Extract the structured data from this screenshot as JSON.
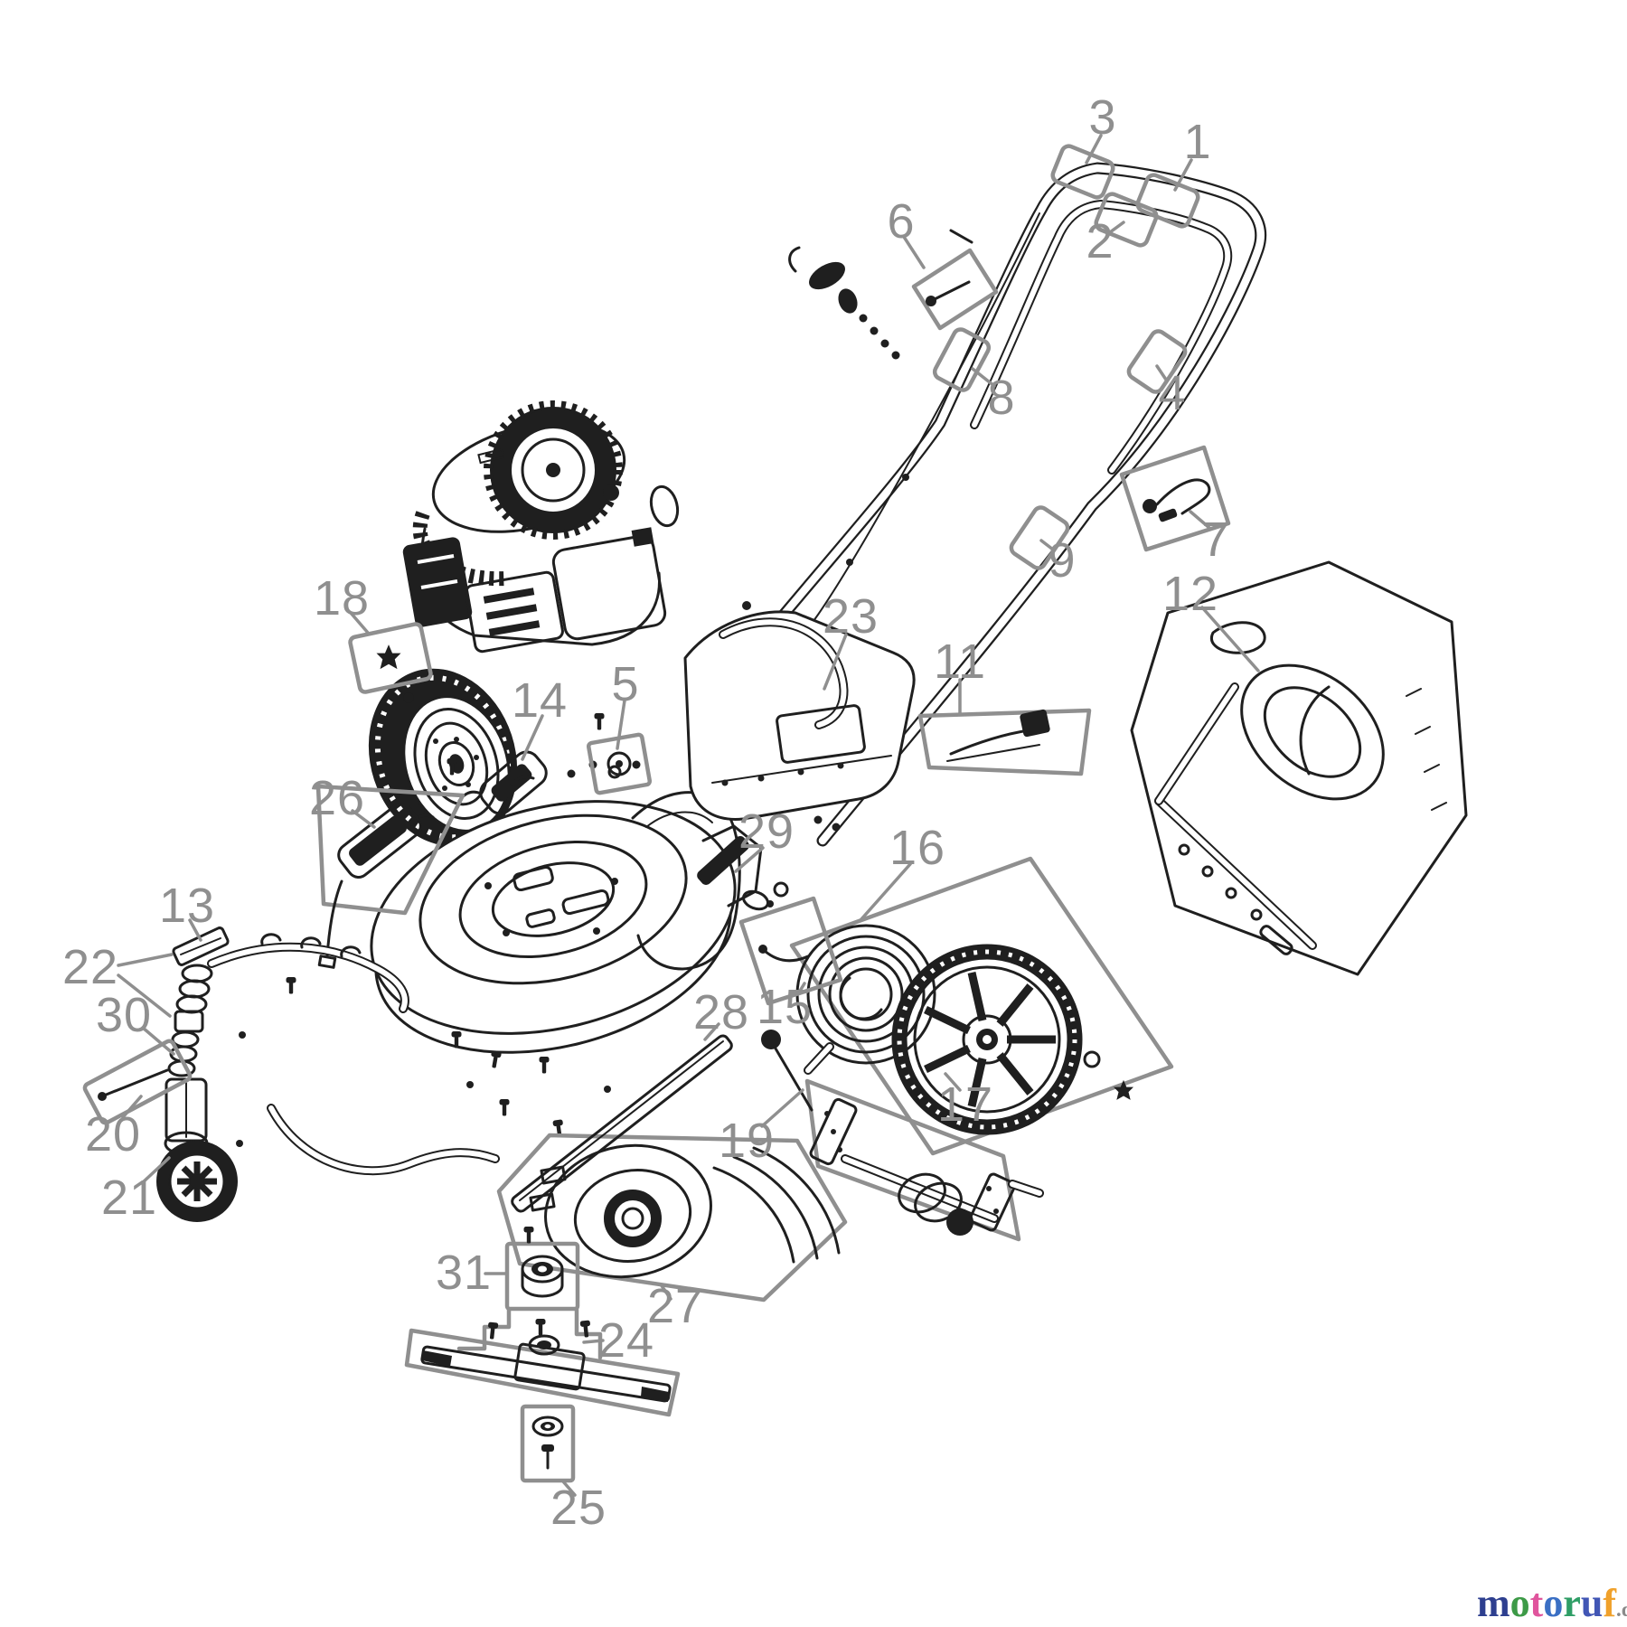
{
  "page": {
    "background": "#ffffff"
  },
  "diagram": {
    "type": "exploded-parts-diagram",
    "subject": "lawn mower",
    "art_color": "#1f1f1f",
    "callout_color": "#8f8f8f",
    "callouts": [
      {
        "label": "1"
      },
      {
        "label": "2"
      },
      {
        "label": "3"
      },
      {
        "label": "4"
      },
      {
        "label": "5"
      },
      {
        "label": "6"
      },
      {
        "label": "7"
      },
      {
        "label": "8"
      },
      {
        "label": "9"
      },
      {
        "label": "11"
      },
      {
        "label": "12"
      },
      {
        "label": "13"
      },
      {
        "label": "14"
      },
      {
        "label": "15"
      },
      {
        "label": "16"
      },
      {
        "label": "17"
      },
      {
        "label": "18"
      },
      {
        "label": "19"
      },
      {
        "label": "20"
      },
      {
        "label": "21"
      },
      {
        "label": "22"
      },
      {
        "label": "23"
      },
      {
        "label": "24"
      },
      {
        "label": "25"
      },
      {
        "label": "26"
      },
      {
        "label": "27"
      },
      {
        "label": "28"
      },
      {
        "label": "29"
      },
      {
        "label": "30"
      },
      {
        "label": "31"
      }
    ]
  },
  "footer_logo": {
    "letters": [
      {
        "ch": "m",
        "color": "#2e3f8f"
      },
      {
        "ch": "o",
        "color": "#3d9a47"
      },
      {
        "ch": "t",
        "color": "#e0559d"
      },
      {
        "ch": "o",
        "color": "#3a6fc4"
      },
      {
        "ch": "r",
        "color": "#2f9e66"
      },
      {
        "ch": "u",
        "color": "#4156b5"
      },
      {
        "ch": "f",
        "color": "#f0a12b"
      }
    ],
    "suffix": ".de",
    "suffix_color": "#8a8a8a"
  }
}
